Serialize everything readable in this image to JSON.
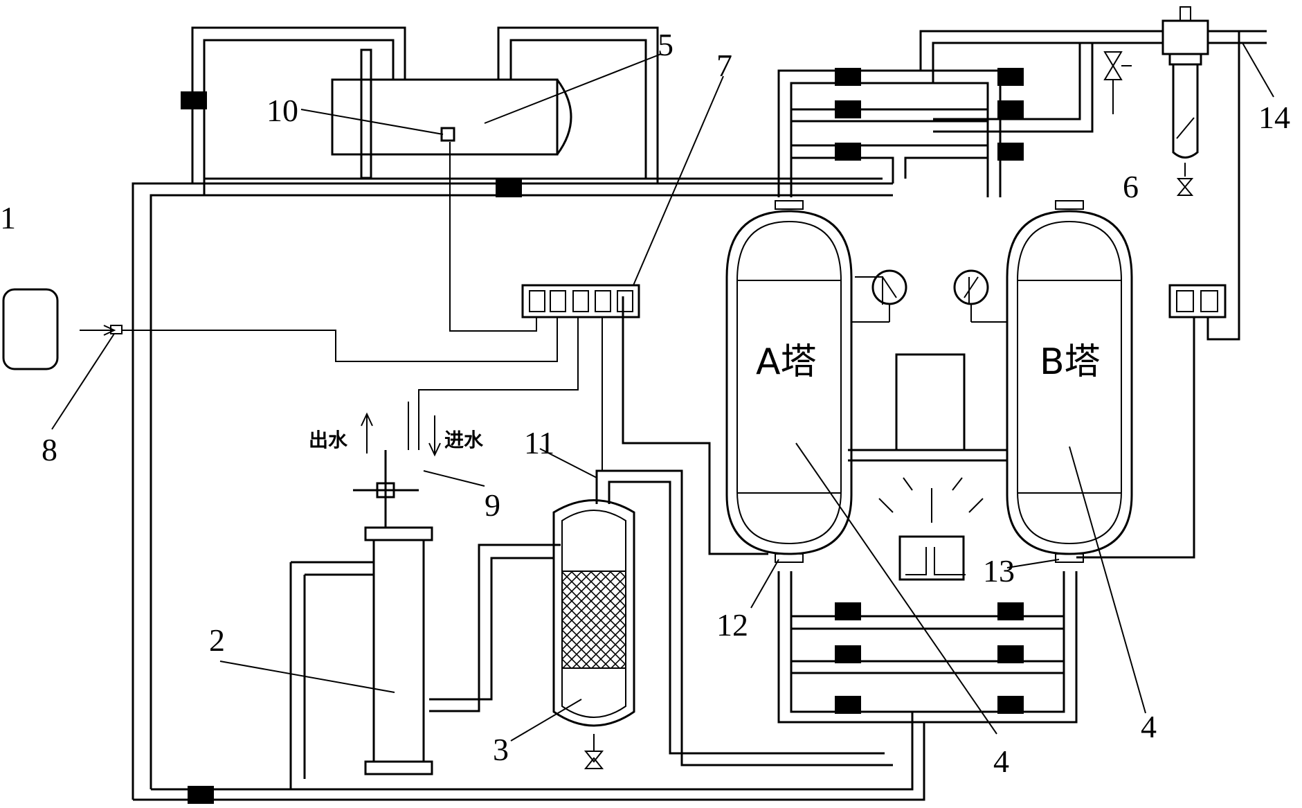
{
  "labels": {
    "n1": "1",
    "n2": "2",
    "n3": "3",
    "n4a": "4",
    "n4b": "4",
    "n5": "5",
    "n6": "6",
    "n7": "7",
    "n8": "8",
    "n9": "9",
    "n10": "10",
    "n11": "11",
    "n12": "12",
    "n13": "13",
    "n14": "14"
  },
  "towers": {
    "a": "A塔",
    "b": "B塔"
  },
  "water": {
    "out": "出水",
    "in": "进水"
  },
  "colors": {
    "line": "#000000",
    "background": "#ffffff",
    "mesh": "#000000"
  }
}
